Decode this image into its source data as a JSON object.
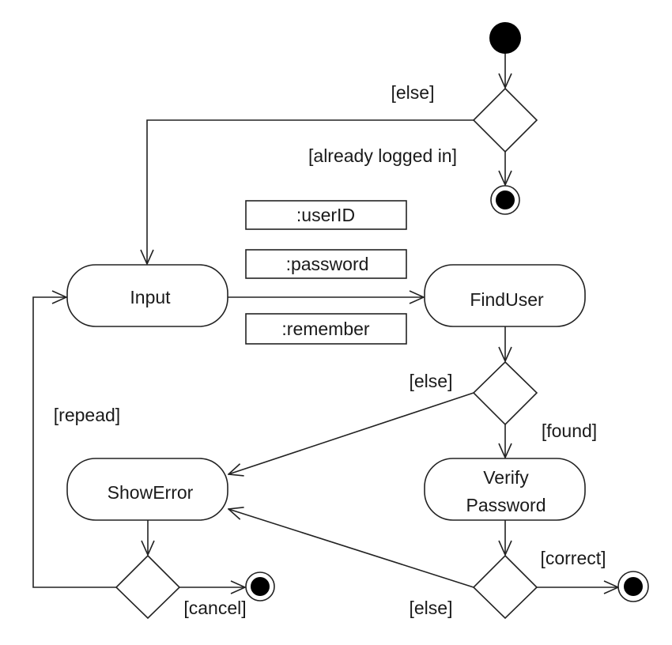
{
  "diagram": {
    "type": "UML activity diagram",
    "actions": {
      "input": "Input",
      "find_user": "FindUser",
      "verify_password_line1": "Verify",
      "verify_password_line2": "Password",
      "show_error": "ShowError"
    },
    "object_nodes": {
      "user_id": ":userID",
      "password": ":password",
      "remember": ":remember"
    },
    "guards": {
      "start_else": "[else]",
      "already_logged_in": "[already logged in]",
      "find_else": "[else]",
      "found": "[found]",
      "repeat": "[repead]",
      "cancel": "[cancel]",
      "correct": "[correct]",
      "verify_else": "[else]"
    },
    "flows": [
      {
        "from": "start",
        "to": "decision-login-check"
      },
      {
        "from": "decision-login-check",
        "to": "end-logged-in",
        "guard": "[already logged in]"
      },
      {
        "from": "decision-login-check",
        "to": "Input",
        "guard": "[else]"
      },
      {
        "from": "Input",
        "to": "FindUser",
        "objects": [
          ":userID",
          ":password",
          ":remember"
        ]
      },
      {
        "from": "FindUser",
        "to": "decision-user-found"
      },
      {
        "from": "decision-user-found",
        "to": "Verify Password",
        "guard": "[found]"
      },
      {
        "from": "decision-user-found",
        "to": "ShowError",
        "guard": "[else]"
      },
      {
        "from": "Verify Password",
        "to": "decision-password-correct"
      },
      {
        "from": "decision-password-correct",
        "to": "end-success",
        "guard": "[correct]"
      },
      {
        "from": "decision-password-correct",
        "to": "ShowError",
        "guard": "[else]"
      },
      {
        "from": "ShowError",
        "to": "decision-retry"
      },
      {
        "from": "decision-retry",
        "to": "end-cancel",
        "guard": "[cancel]"
      },
      {
        "from": "decision-retry",
        "to": "Input",
        "guard": "[repead]"
      }
    ]
  }
}
